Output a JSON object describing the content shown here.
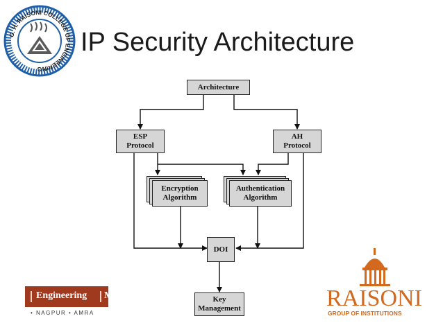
{
  "slide": {
    "title": "IP Security Architecture"
  },
  "college_seal": {
    "ring_text": "G. H. RAISONI COLLEGE OF ENGINEERING",
    "ring_color": "#1f5fa8"
  },
  "diagram": {
    "nodes": {
      "architecture": "Architecture",
      "esp": "ESP\nProtocol",
      "ah": "AH\nProtocol",
      "encryption": "Encryption\nAlgorithm",
      "authentication": "Authentication\nAlgorithm",
      "doi": "DOI",
      "key_management": "Key\nManagement"
    },
    "box_fill": "#d6d6d6"
  },
  "footer_left": {
    "label": "Engineering",
    "trailing_letter": "M",
    "city_text": "• NAGPUR • AMRA",
    "color": "#a03a1e"
  },
  "footer_right": {
    "brand": "RAISONI",
    "tagline": "GROUP OF INSTITUTIONS",
    "color": "#d2691e"
  }
}
